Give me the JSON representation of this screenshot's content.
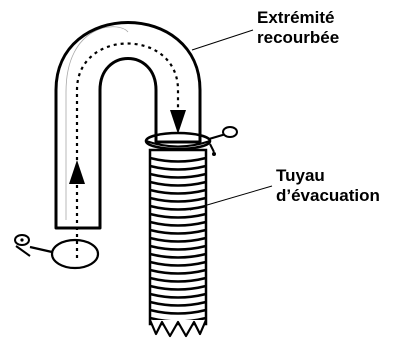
{
  "labels": {
    "curved_end": {
      "line1": "Extrémité",
      "line2": "recourbée"
    },
    "drain_hose": {
      "line1": "Tuyau",
      "line2": "d’évacuation"
    }
  },
  "icons": [
    "curved-end-guide-icon",
    "drain-hose-icon",
    "cable-tie-icon",
    "flow-arrow-icon"
  ],
  "colors": {
    "ink": "#000000",
    "paper": "#ffffff"
  }
}
